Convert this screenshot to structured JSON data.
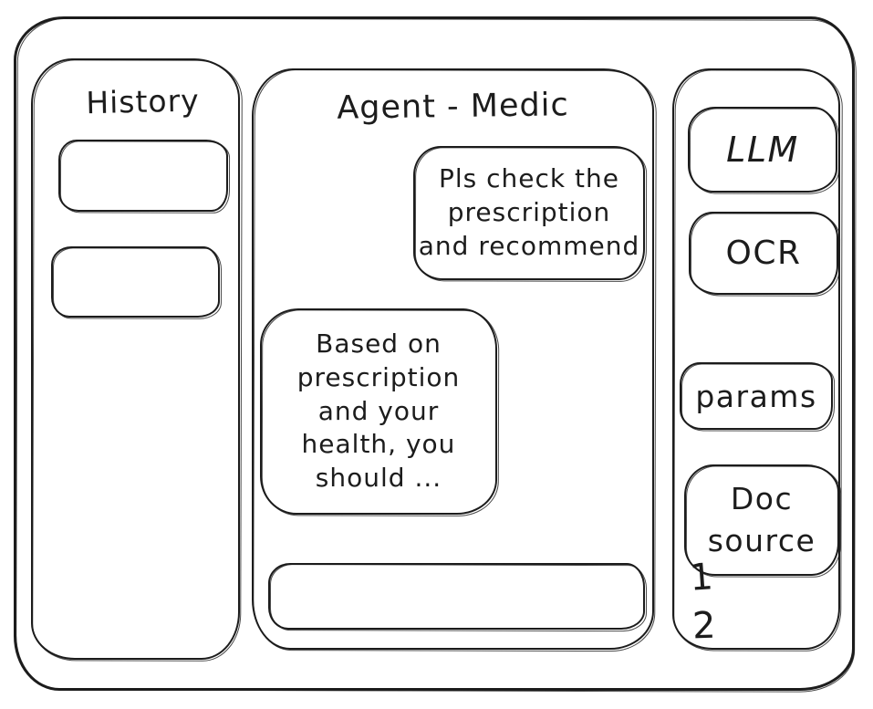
{
  "window": {
    "background": "#ffffff",
    "stroke_color": "#1c1c1c"
  },
  "history_sidebar": {
    "title": "History",
    "items": [
      {
        "label": ""
      },
      {
        "label": ""
      }
    ]
  },
  "chat": {
    "title": "Agent - Medic",
    "messages": [
      {
        "role": "user",
        "text": "Pls check the\nprescription\nand recommend"
      },
      {
        "role": "assistant",
        "text": "Based on\nprescription\nand your\nhealth, you\nshould ..."
      }
    ],
    "input": {
      "value": "",
      "placeholder": ""
    }
  },
  "tools_sidebar": {
    "llm_label": "LLM",
    "ocr_label": "OCR",
    "params_label": "params",
    "doc_source_label": "Doc\nsource",
    "doc_items": [
      "1",
      "2"
    ]
  }
}
